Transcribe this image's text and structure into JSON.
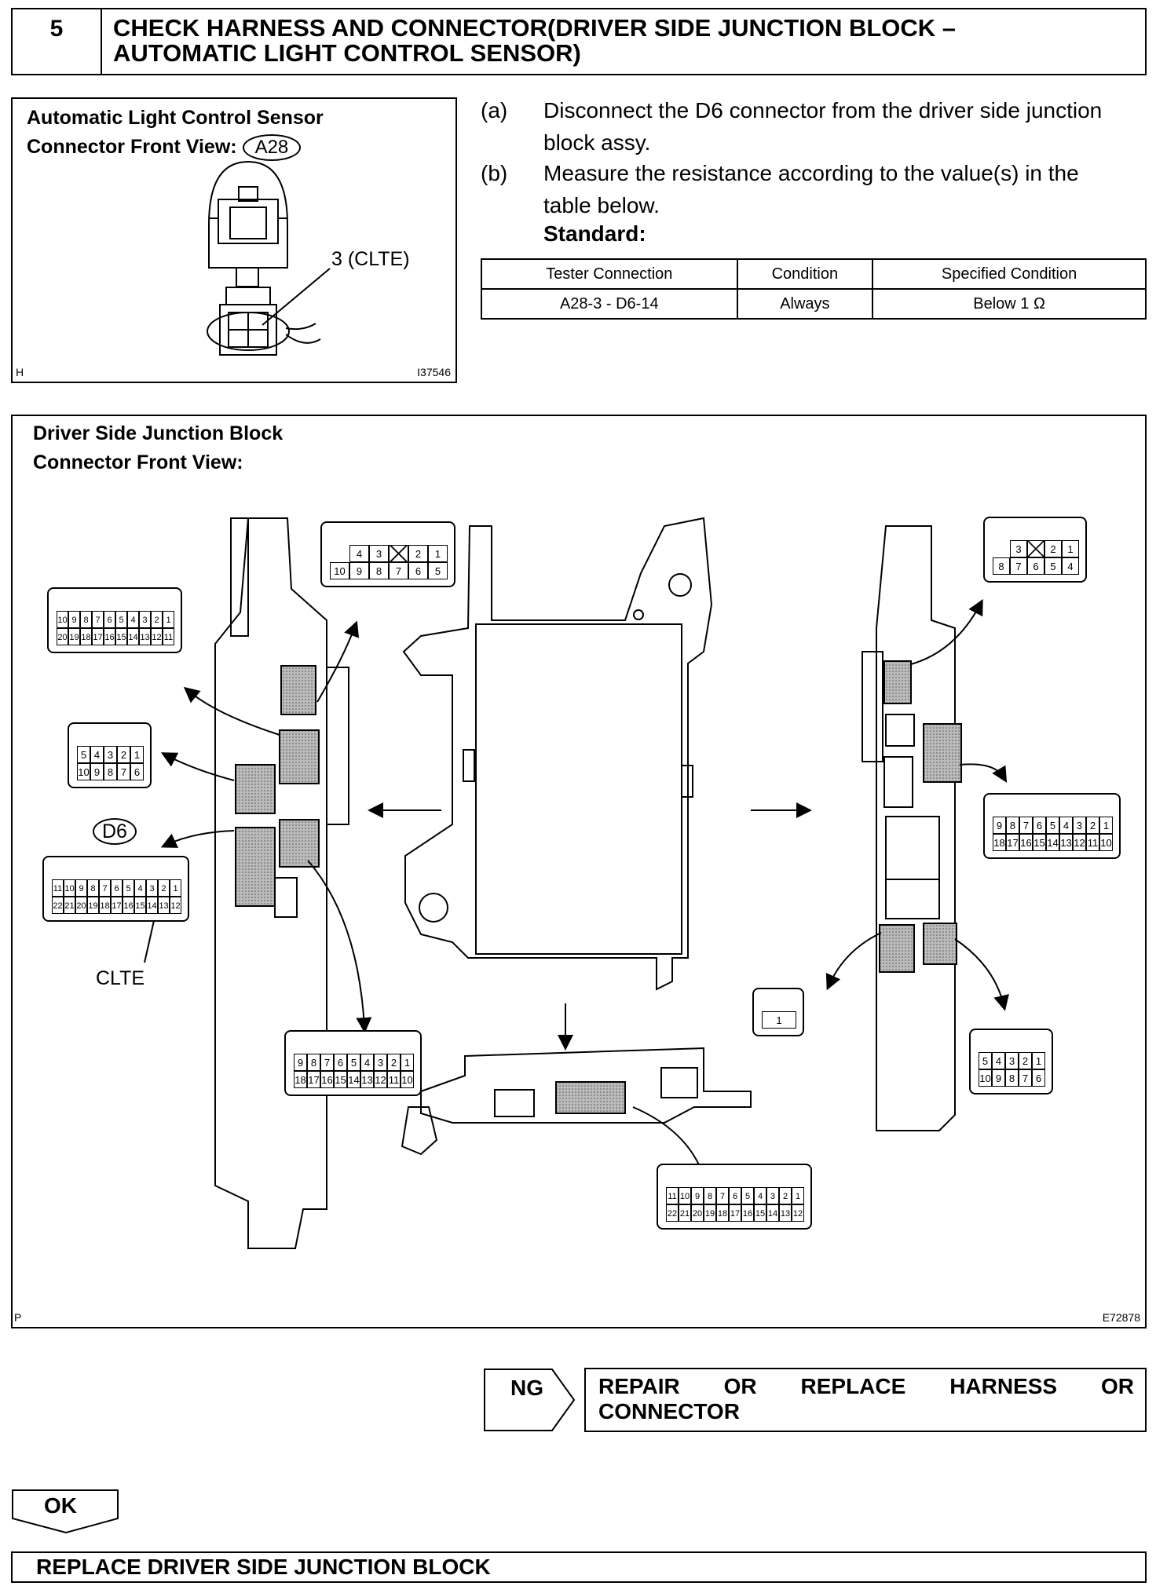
{
  "header": {
    "step_number": "5",
    "title_line1": "CHECK HARNESS AND CONNECTOR(DRIVER SIDE JUNCTION BLOCK –",
    "title_line2": "AUTOMATIC LIGHT CONTROL SENSOR)"
  },
  "figure1": {
    "label_line1": "Automatic Light Control Sensor",
    "label_line2": "Connector Front View:",
    "connector_id": "A28",
    "pin_callout": "3 (CLTE)",
    "corner_letter": "H",
    "figure_code": "I37546"
  },
  "steps": [
    {
      "letter": "(a)",
      "line1": "Disconnect the D6 connector from the driver side junction",
      "line2": "block assy."
    },
    {
      "letter": "(b)",
      "line1": "Measure the resistance according to the value(s) in the",
      "line2": "table below."
    }
  ],
  "standard_label": "Standard:",
  "spec_table": {
    "headers": [
      "Tester Connection",
      "Condition",
      "Specified Condition"
    ],
    "row": [
      "A28-3 - D6-14",
      "Always",
      "Below 1 Ω"
    ]
  },
  "figure2": {
    "label_line1": "Driver Side Junction Block",
    "label_line2": "Connector Front View:",
    "connector_id": "D6",
    "pin_callout": "CLTE",
    "corner_letter": "P",
    "figure_code": "E72878",
    "connectors": {
      "top_center_row1": [
        "4",
        "3",
        "",
        "2",
        "1"
      ],
      "top_center_row2": [
        "10",
        "9",
        "8",
        "7",
        "6",
        "5"
      ],
      "left20_row1": [
        "10",
        "9",
        "8",
        "7",
        "6",
        "5",
        "4",
        "3",
        "2",
        "1"
      ],
      "left20_row2": [
        "20",
        "19",
        "18",
        "17",
        "16",
        "15",
        "14",
        "13",
        "12",
        "11"
      ],
      "left10_row1": [
        "5",
        "4",
        "3",
        "2",
        "1"
      ],
      "left10_row2": [
        "10",
        "9",
        "8",
        "7",
        "6"
      ],
      "d6_row1": [
        "11",
        "10",
        "9",
        "8",
        "7",
        "6",
        "5",
        "4",
        "3",
        "2",
        "1"
      ],
      "d6_row2": [
        "22",
        "21",
        "20",
        "19",
        "18",
        "17",
        "16",
        "15",
        "14",
        "13",
        "12"
      ],
      "bottom18_row1": [
        "9",
        "8",
        "7",
        "6",
        "5",
        "4",
        "3",
        "2",
        "1"
      ],
      "bottom18_row2": [
        "18",
        "17",
        "16",
        "15",
        "14",
        "13",
        "12",
        "11",
        "10"
      ],
      "bottom22_row1": [
        "11",
        "10",
        "9",
        "8",
        "7",
        "6",
        "5",
        "4",
        "3",
        "2",
        "1"
      ],
      "bottom22_row2": [
        "22",
        "21",
        "20",
        "19",
        "18",
        "17",
        "16",
        "15",
        "14",
        "13",
        "12"
      ],
      "right8_row1": [
        "3",
        "",
        "2",
        "1"
      ],
      "right8_row2": [
        "8",
        "7",
        "6",
        "5",
        "4"
      ],
      "right18_row1": [
        "9",
        "8",
        "7",
        "6",
        "5",
        "4",
        "3",
        "2",
        "1"
      ],
      "right18_row2": [
        "18",
        "17",
        "16",
        "15",
        "14",
        "13",
        "12",
        "11",
        "10"
      ],
      "right1": [
        "1"
      ],
      "right10_row1": [
        "5",
        "4",
        "3",
        "2",
        "1"
      ],
      "right10_row2": [
        "10",
        "9",
        "8",
        "7",
        "6"
      ]
    }
  },
  "ng_label": "NG",
  "ng_action_line1": [
    "REPAIR",
    "OR",
    "REPLACE",
    "HARNESS",
    "OR"
  ],
  "ng_action_line2": "CONNECTOR",
  "ok_label": "OK",
  "ok_action": "REPLACE DRIVER SIDE JUNCTION BLOCK"
}
